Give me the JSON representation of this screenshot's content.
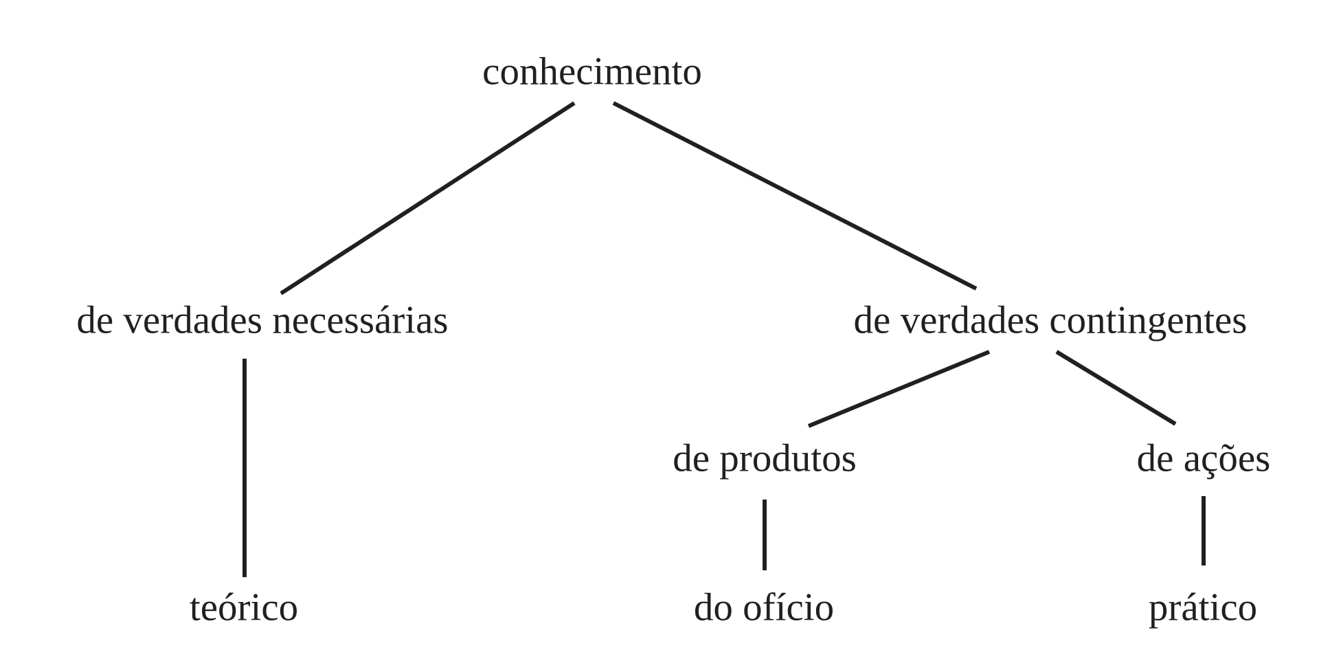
{
  "tree": {
    "root": {
      "label": "conhecimento"
    },
    "necessary": {
      "label": "de verdades necessárias"
    },
    "contingent": {
      "label": "de verdades contingentes"
    },
    "theoretical": {
      "label": "teórico"
    },
    "products": {
      "label": "de produtos"
    },
    "actions": {
      "label": "de ações"
    },
    "craft": {
      "label": "do ofício"
    },
    "practical": {
      "label": "prático"
    }
  },
  "colors": {
    "ink": "#231f20",
    "background": "#ffffff"
  }
}
